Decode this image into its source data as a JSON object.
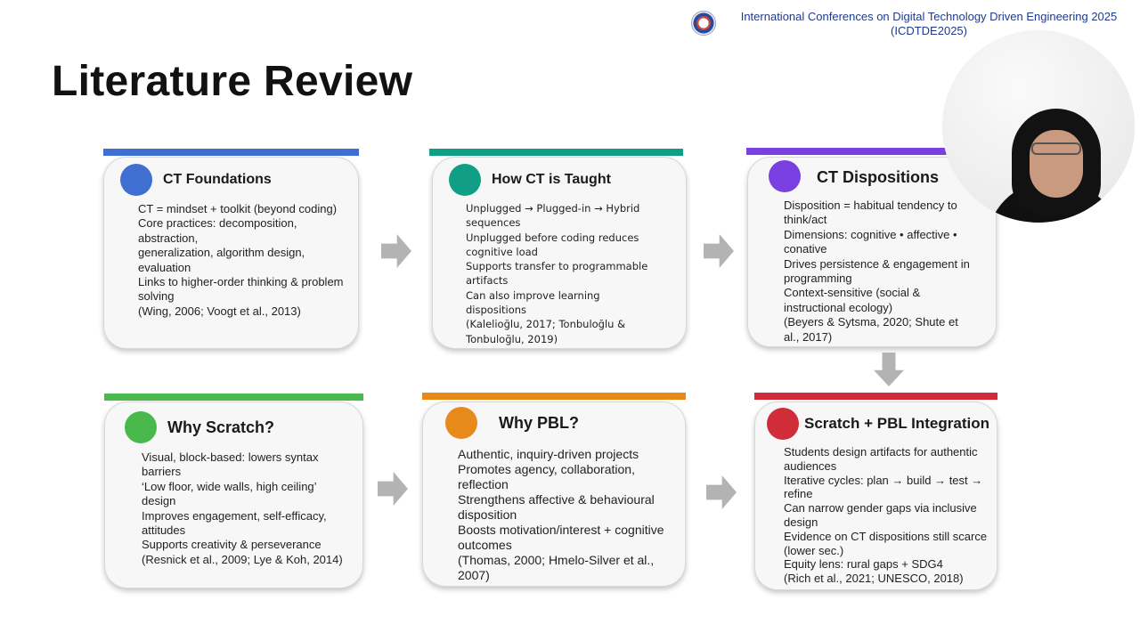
{
  "header": {
    "conference_line1": "International Conferences on Digital Technology Driven Engineering 2025",
    "conference_line2": "(ICDTDE2025)"
  },
  "slide": {
    "title": "Literature Review"
  },
  "colors": {
    "blue": "#3f6fd1",
    "teal": "#119e86",
    "purple": "#7a3fe0",
    "green": "#49b94b",
    "orange": "#e88a1a",
    "red": "#d12c3a",
    "arrow": "#b3b3b3"
  },
  "cards": [
    {
      "title": "CT Foundations",
      "lines": [
        "CT = mindset + toolkit (beyond coding)",
        "Core practices: decomposition, abstraction,\ngeneralization, algorithm design, evaluation",
        "Links to higher-order thinking & problem solving",
        "(Wing, 2006; Voogt et al., 2013)"
      ]
    },
    {
      "title": "How CT is Taught",
      "lines": [
        "Unplugged → Plugged-in → Hybrid sequences",
        "Unplugged before coding reduces cognitive load",
        "Supports transfer to programmable artifacts",
        "Can also improve learning dispositions",
        "(Kalelioğlu, 2017; Tonbuloğlu & Tonbuloğlu, 2019)"
      ]
    },
    {
      "title": "CT Dispositions",
      "lines": [
        "Disposition = habitual tendency to think/act",
        "Dimensions: cognitive • affective • conative",
        "Drives persistence & engagement in programming",
        "Context-sensitive (social & instructional ecology)",
        "(Beyers & Sytsma, 2020; Shute et al., 2017)"
      ]
    },
    {
      "title": "Why Scratch?",
      "lines": [
        "Visual, block-based: lowers syntax barriers",
        "‘Low floor, wide walls, high ceiling’ design",
        "Improves engagement, self-efficacy, attitudes",
        "Supports creativity & perseverance",
        "(Resnick et al., 2009; Lye & Koh, 2014)"
      ]
    },
    {
      "title": "Why PBL?",
      "lines": [
        "Authentic, inquiry-driven projects",
        "Promotes agency, collaboration, reflection",
        "Strengthens affective & behavioural disposition",
        "Boosts motivation/interest + cognitive outcomes",
        "(Thomas, 2000; Hmelo-Silver et al., 2007)"
      ]
    },
    {
      "title": "Scratch + PBL Integration",
      "lines": [
        "Students design artifacts for authentic audiences",
        "Iterative cycles: plan → build → test → refine",
        "Can narrow gender gaps via inclusive design",
        "Evidence on CT dispositions still scarce (lower sec.)",
        "Equity lens: rural gaps + SDG4",
        "(Rich et al., 2021; UNESCO, 2018)"
      ]
    }
  ]
}
